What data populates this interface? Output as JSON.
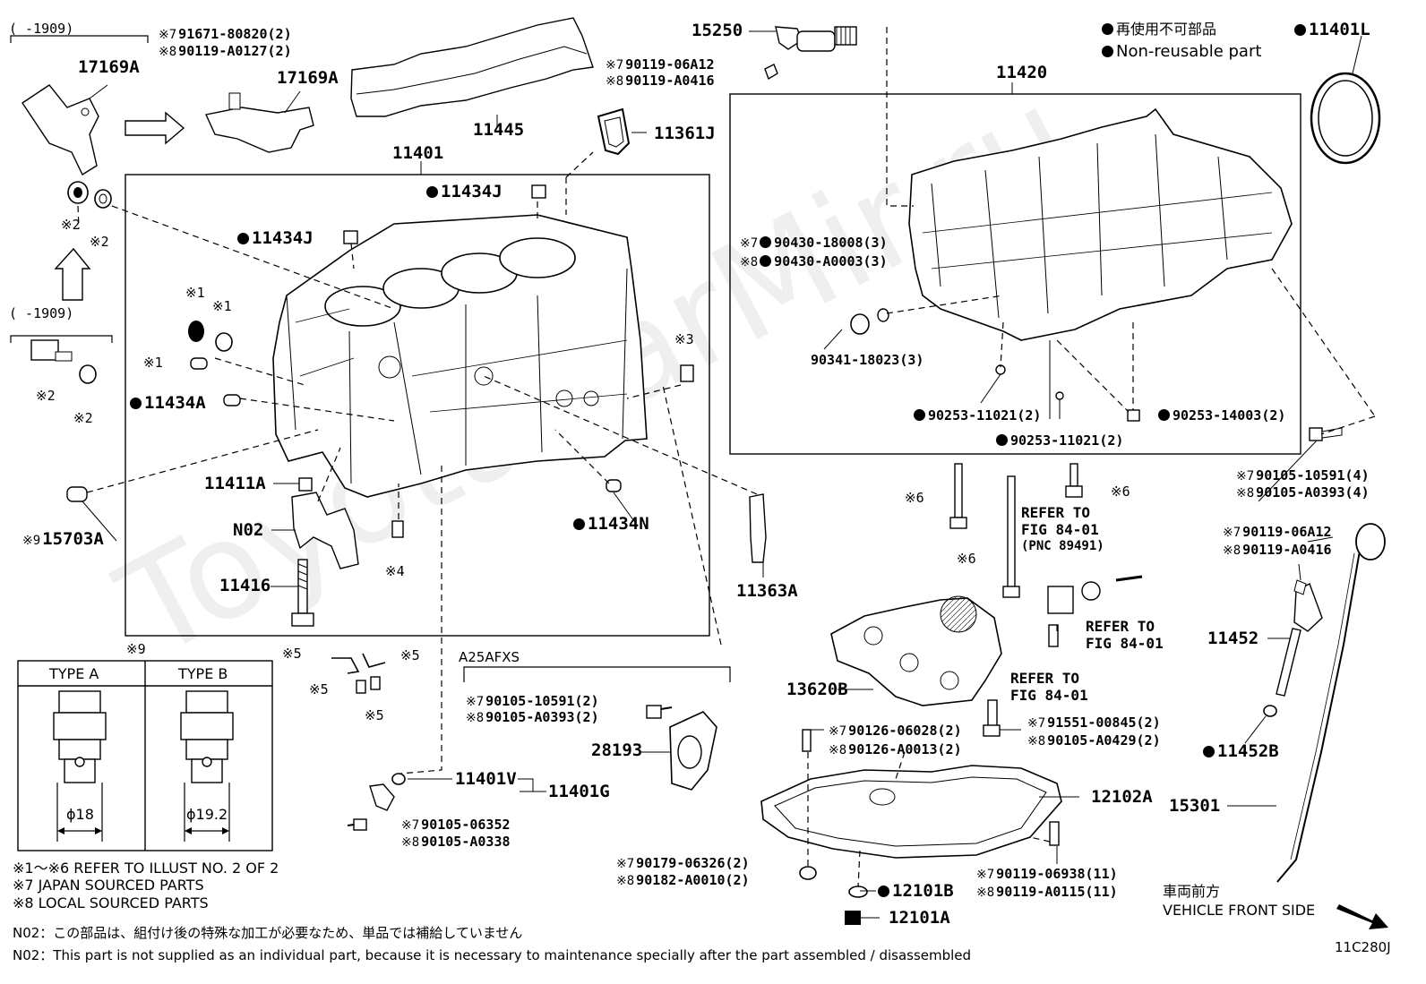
{
  "legend": {
    "jp": "再使用不可部品",
    "en": "Non-reusable part"
  },
  "watermark": "ToyotaCarMir.ru",
  "parts": {
    "p17169a_left": "17169A",
    "p17169a_right": "17169A",
    "p11445": "11445",
    "p11361j": "11361J",
    "p11401": "11401",
    "p11434j_top": "11434J",
    "p11434j_mid": "11434J",
    "p11434a": "11434A",
    "p11411a": "11411A",
    "n02": "N02",
    "p11416": "11416",
    "p15703a": "15703A",
    "p11434n": "11434N",
    "p11363a": "11363A",
    "p15250": "15250",
    "p11420": "11420",
    "p11401l": "11401L",
    "p28193": "28193",
    "p11401v": "11401V",
    "p11401g": "11401G",
    "p13620b": "13620B",
    "p12102a": "12102A",
    "p12101b": "12101B",
    "p12101a": "12101A",
    "p11452": "11452",
    "p11452b": "11452B",
    "p15301": "15301"
  },
  "date_ranges": {
    "top": "(      -1909)",
    "mid": "(      -1909)"
  },
  "codes": {
    "c1_7": "91671-80820(2)",
    "c1_8": "90119-A0127(2)",
    "c2_7": "90119-06A12",
    "c2_8": "90119-A0416",
    "c3_7": "90430-18008(3)",
    "c3_8": "90430-A0003(3)",
    "c4": "90341-18023(3)",
    "c5": "90253-11021(2)",
    "c6": "90253-11021(2)",
    "c7": "90253-14003(2)",
    "c8_7": "90105-10591(4)",
    "c8_8": "90105-A0393(4)",
    "c9_7": "90119-06A12",
    "c9_8": "90119-A0416",
    "c10_7": "90105-10591(2)",
    "c10_8": "90105-A0393(2)",
    "c11_7": "90105-06352",
    "c11_8": "90105-A0338",
    "c12_7": "90126-06028(2)",
    "c12_8": "90126-A0013(2)",
    "c13_7": "91551-00845(2)",
    "c13_8": "90105-A0429(2)",
    "c14_7": "90179-06326(2)",
    "c14_8": "90182-A0010(2)",
    "c15_7": "90119-06938(11)",
    "c15_8": "90119-A0115(11)"
  },
  "marks": {
    "m1": "※1",
    "m2": "※2",
    "m3": "※3",
    "m4": "※4",
    "m5": "※5",
    "m6": "※6",
    "m7": "※7",
    "m8": "※8",
    "m9": "※9"
  },
  "refer": {
    "r1_a": "REFER TO",
    "r1_b": "FIG 84-01",
    "r1_c": "(PNC 89491)",
    "r2_a": "REFER TO",
    "r2_b": "FIG 84-01",
    "r3_a": "REFER TO",
    "r3_b": "FIG 84-01"
  },
  "engine_variant": "A25AFXS",
  "type_table": {
    "type_a": "TYPE A",
    "type_b": "TYPE B",
    "dim_a": "ϕ18",
    "dim_b": "ϕ19.2"
  },
  "notes": {
    "n1": "※1～※6  REFER TO ILLUST NO. 2 OF 2",
    "n2": "※7  JAPAN SOURCED PARTS",
    "n3": "※8  LOCAL SOURCED PARTS",
    "n4": "N02：この部品は、組付け後の特殊な加工が必要なため、単品では補給していません",
    "n5": "N02：This part is not supplied as an individual part, because it is necessary to maintenance specially after the part assembled / disassembled"
  },
  "vehicle_front": {
    "jp": "車両前方",
    "en": "VEHICLE FRONT SIDE"
  },
  "figure_id": "11C280J"
}
